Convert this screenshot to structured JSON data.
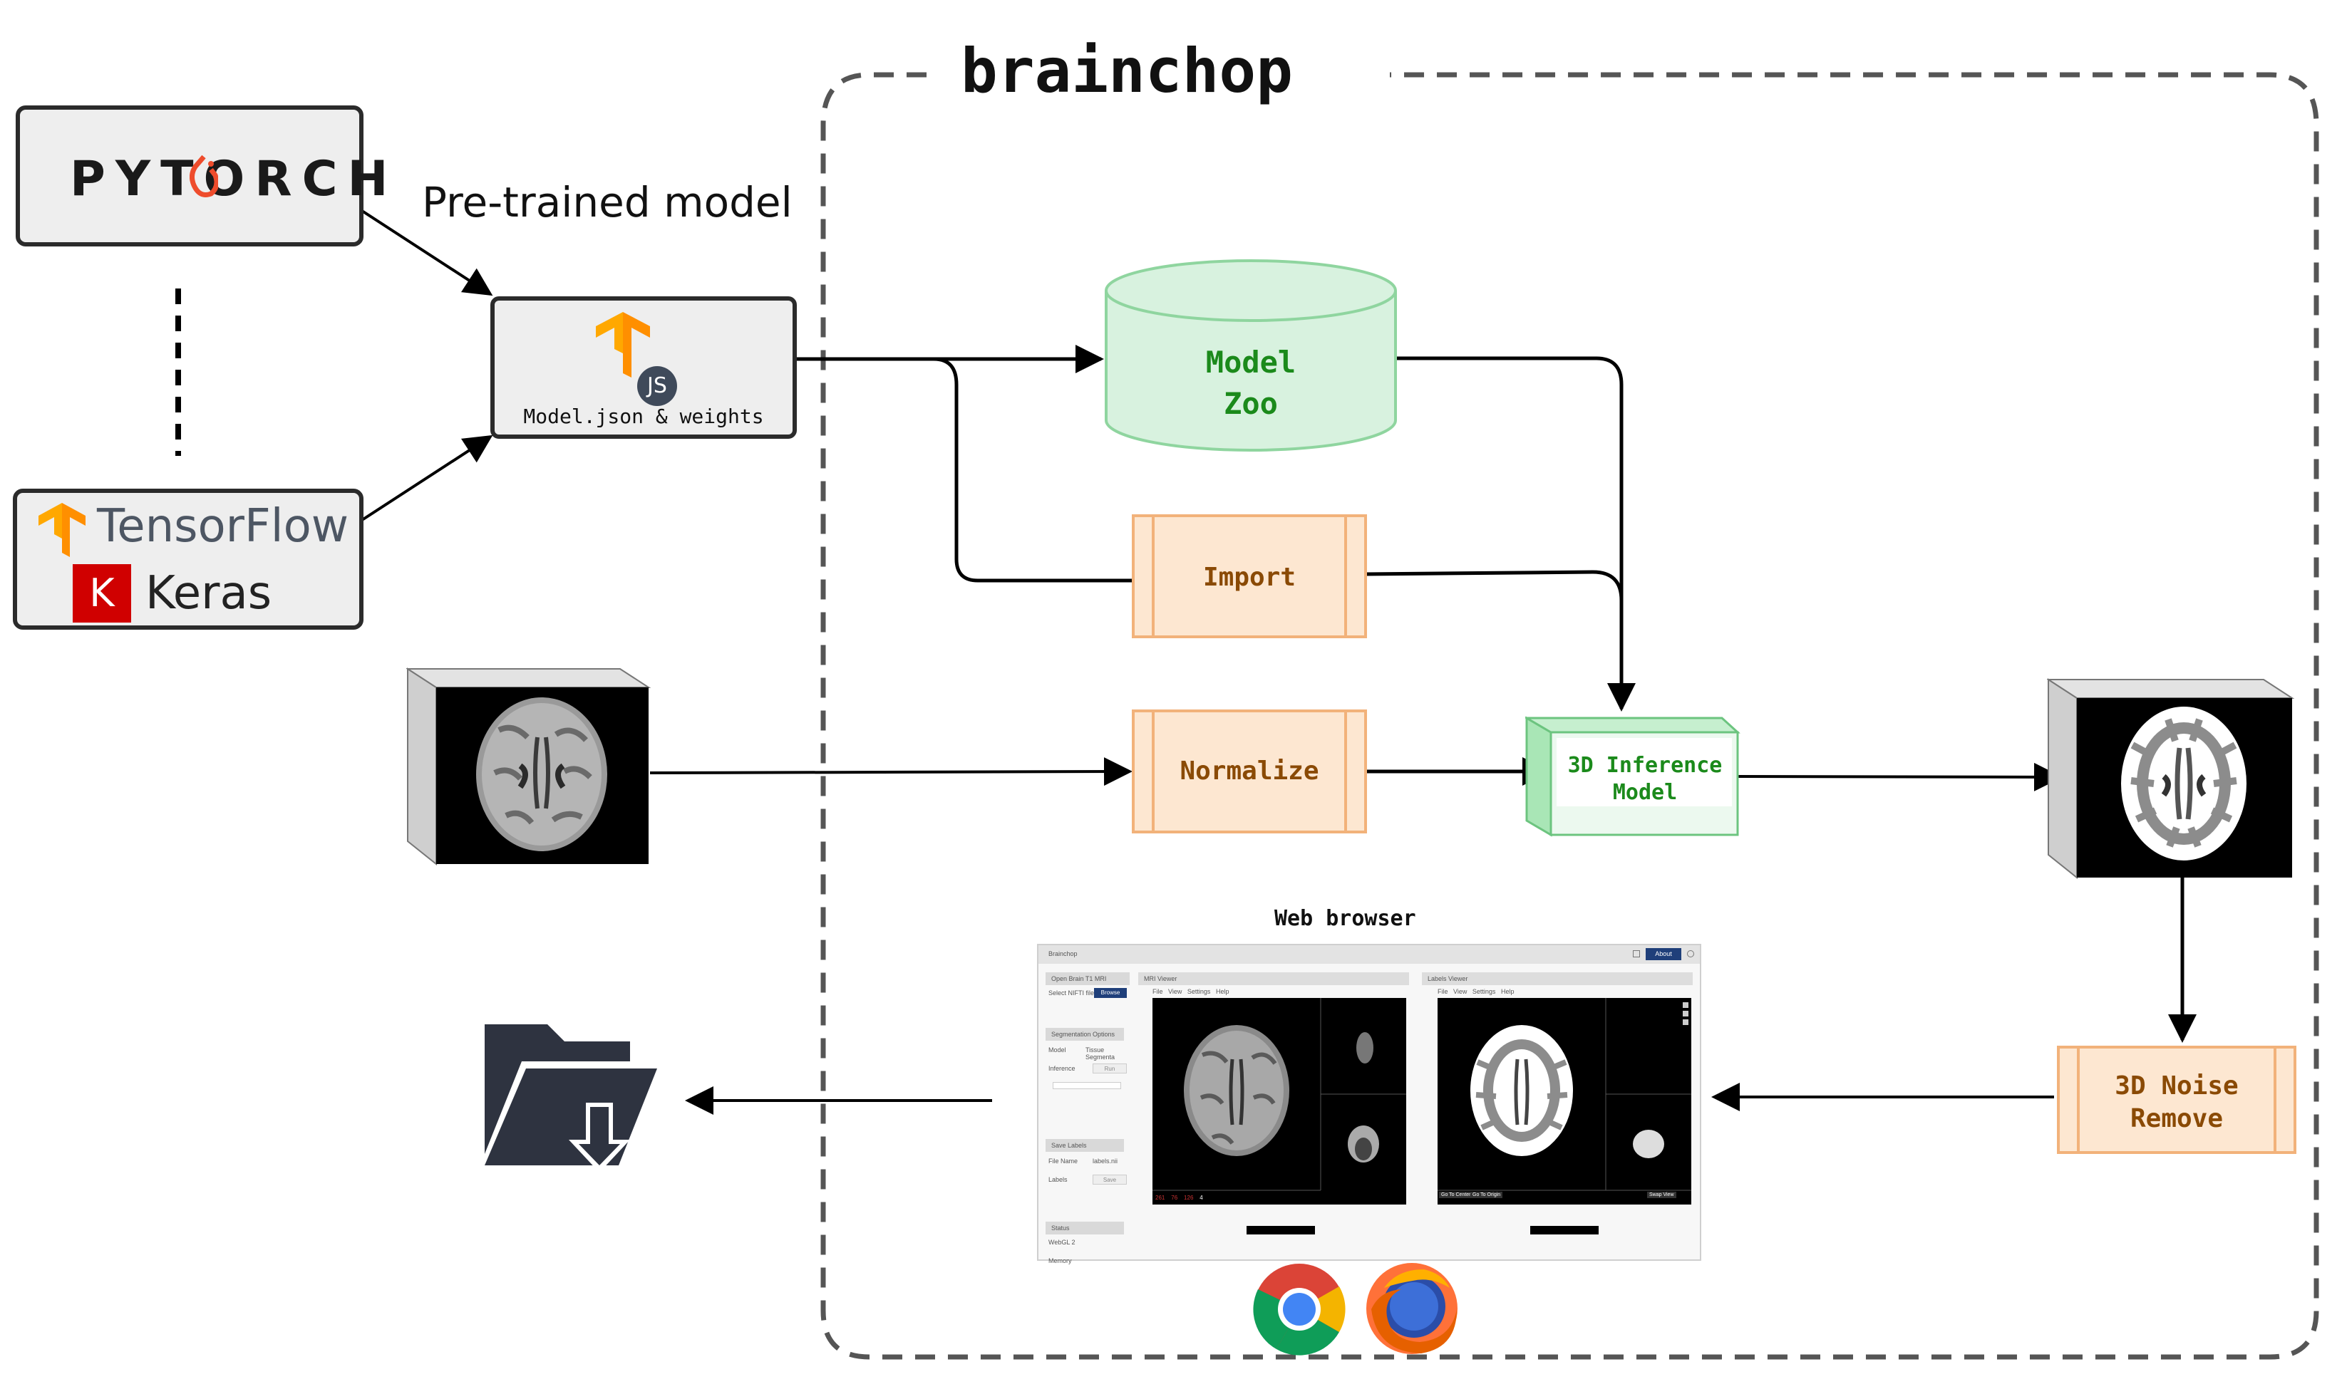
{
  "title": "brainchop",
  "sources": {
    "pytorch": "PYTORCH",
    "tensorflow": "TensorFlow",
    "keras": "Keras",
    "keras_badge": "K"
  },
  "caption": "Pre-trained model",
  "tfjs": {
    "badge": "JS",
    "label": "Model.json & weights"
  },
  "nodes": {
    "model_zoo": [
      "Model",
      "Zoo"
    ],
    "import": "Import",
    "normalize": "Normalize",
    "inference": [
      "3D Inference",
      "Model"
    ],
    "noise_remove": [
      "3D Noise",
      "Remove"
    ]
  },
  "web_browser": {
    "title": "Web browser",
    "app_name": "Brainchop",
    "about": "About",
    "sidebar": {
      "section1": "Open Brain T1 MRI",
      "select_file": "Select NIFTI file",
      "browse": "Browse",
      "section2": "Segmentation Options",
      "model": "Model",
      "model_value": "Tissue Segmenta",
      "inference": "Inference",
      "run": "Run",
      "section3": "Save Labels",
      "file_name": "File Name",
      "file_value": "labels.nii",
      "labels": "Labels",
      "save": "Save",
      "section4": "Status",
      "webgl": "WebGL 2",
      "memory": "Memory"
    },
    "mri_viewer": "MRI Viewer",
    "labels_viewer": "Labels Viewer",
    "menu": [
      "File",
      "View",
      "Settings",
      "Help"
    ],
    "readout": [
      "261",
      "76",
      "126",
      "4"
    ],
    "buttons": [
      "Go To Center",
      "Go To Origin",
      "Swap View"
    ]
  },
  "colors": {
    "orange_fill": "#fde7d1",
    "orange_border": "#f2b27a",
    "orange_text": "#8a4a05",
    "green_fill": "#d8f2df",
    "green_border": "#8fd59f",
    "green_text": "#1b8a1b",
    "folder": "#2e3340",
    "tf_orange": "#ff8f00",
    "keras_red": "#d00000"
  },
  "icons": [
    "pytorch-flame-icon",
    "tensorflow-icon",
    "keras-icon",
    "tfjs-icon",
    "brain-mri-icon",
    "brain-segmentation-icon",
    "folder-download-icon",
    "chrome-icon",
    "firefox-icon"
  ]
}
